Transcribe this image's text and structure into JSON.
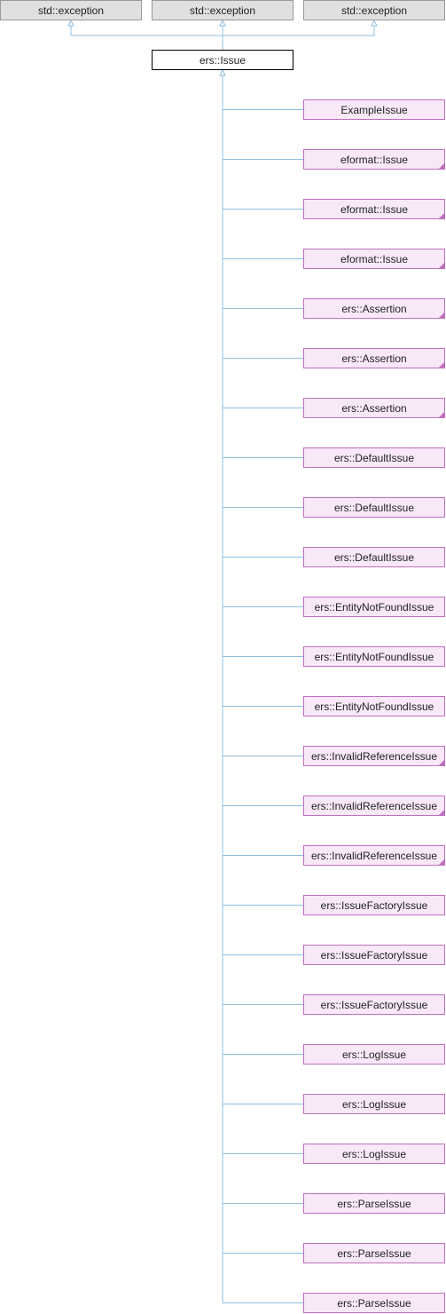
{
  "diagram": {
    "base_classes": [
      {
        "label": "std::exception"
      },
      {
        "label": "std::exception"
      },
      {
        "label": "std::exception"
      }
    ],
    "focus_class": {
      "label": "ers::Issue"
    },
    "derived_classes": [
      {
        "label": "ExampleIssue",
        "has_children": false
      },
      {
        "label": "eformat::Issue",
        "has_children": true
      },
      {
        "label": "eformat::Issue",
        "has_children": true
      },
      {
        "label": "eformat::Issue",
        "has_children": true
      },
      {
        "label": "ers::Assertion",
        "has_children": true
      },
      {
        "label": "ers::Assertion",
        "has_children": true
      },
      {
        "label": "ers::Assertion",
        "has_children": true
      },
      {
        "label": "ers::DefaultIssue",
        "has_children": false
      },
      {
        "label": "ers::DefaultIssue",
        "has_children": false
      },
      {
        "label": "ers::DefaultIssue",
        "has_children": false
      },
      {
        "label": "ers::EntityNotFoundIssue",
        "has_children": false
      },
      {
        "label": "ers::EntityNotFoundIssue",
        "has_children": false
      },
      {
        "label": "ers::EntityNotFoundIssue",
        "has_children": false
      },
      {
        "label": "ers::InvalidReferenceIssue",
        "has_children": true
      },
      {
        "label": "ers::InvalidReferenceIssue",
        "has_children": true
      },
      {
        "label": "ers::InvalidReferenceIssue",
        "has_children": true
      },
      {
        "label": "ers::IssueFactoryIssue",
        "has_children": false
      },
      {
        "label": "ers::IssueFactoryIssue",
        "has_children": false
      },
      {
        "label": "ers::IssueFactoryIssue",
        "has_children": false
      },
      {
        "label": "ers::LogIssue",
        "has_children": false
      },
      {
        "label": "ers::LogIssue",
        "has_children": false
      },
      {
        "label": "ers::LogIssue",
        "has_children": false
      },
      {
        "label": "ers::ParseIssue",
        "has_children": false
      },
      {
        "label": "ers::ParseIssue",
        "has_children": false
      },
      {
        "label": "ers::ParseIssue",
        "has_children": false
      }
    ],
    "colors": {
      "edge": "#8fbfdf",
      "base_fill": "#e0e0e0",
      "derived_fill": "#f8e8f8",
      "derived_border": "#c070c0"
    }
  }
}
